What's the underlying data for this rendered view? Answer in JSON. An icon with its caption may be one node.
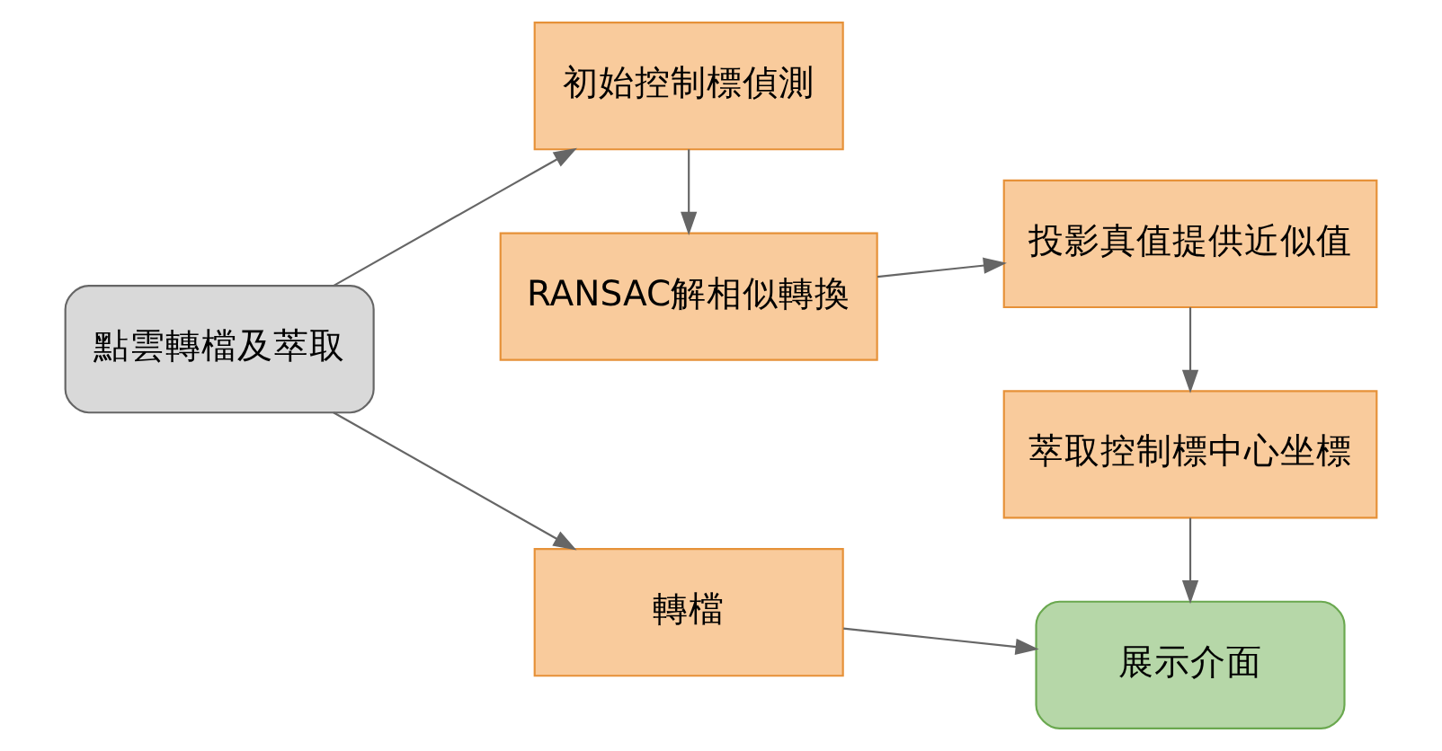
{
  "diagram": {
    "nodes": [
      {
        "text": [
          "點雲轉檔及萃取"
        ]
      },
      {
        "text": [
          "轉檔"
        ]
      },
      {
        "text": [
          "展示介面"
        ]
      },
      {
        "text": [
          "初始控制標偵測"
        ]
      },
      {
        "text": [
          "萃取控制標中心坐標"
        ]
      },
      {
        "text": [
          "RANSAC解相似轉換"
        ]
      },
      {
        "text": [
          "投影真值提供近似值"
        ]
      }
    ],
    "edges": [
      {
        "from": 0,
        "to": 1,
        "arrow": "to"
      },
      {
        "from": 0,
        "to": 3,
        "arrow": "to"
      },
      {
        "from": 1,
        "to": 2,
        "arrow": "to"
      },
      {
        "from": 3,
        "to": 5,
        "arrow": "to"
      },
      {
        "from": 5,
        "to": 6,
        "arrow": "to"
      },
      {
        "from": 6,
        "to": 4,
        "arrow": "to"
      },
      {
        "from": 4,
        "to": 2,
        "arrow": "to"
      }
    ]
  }
}
